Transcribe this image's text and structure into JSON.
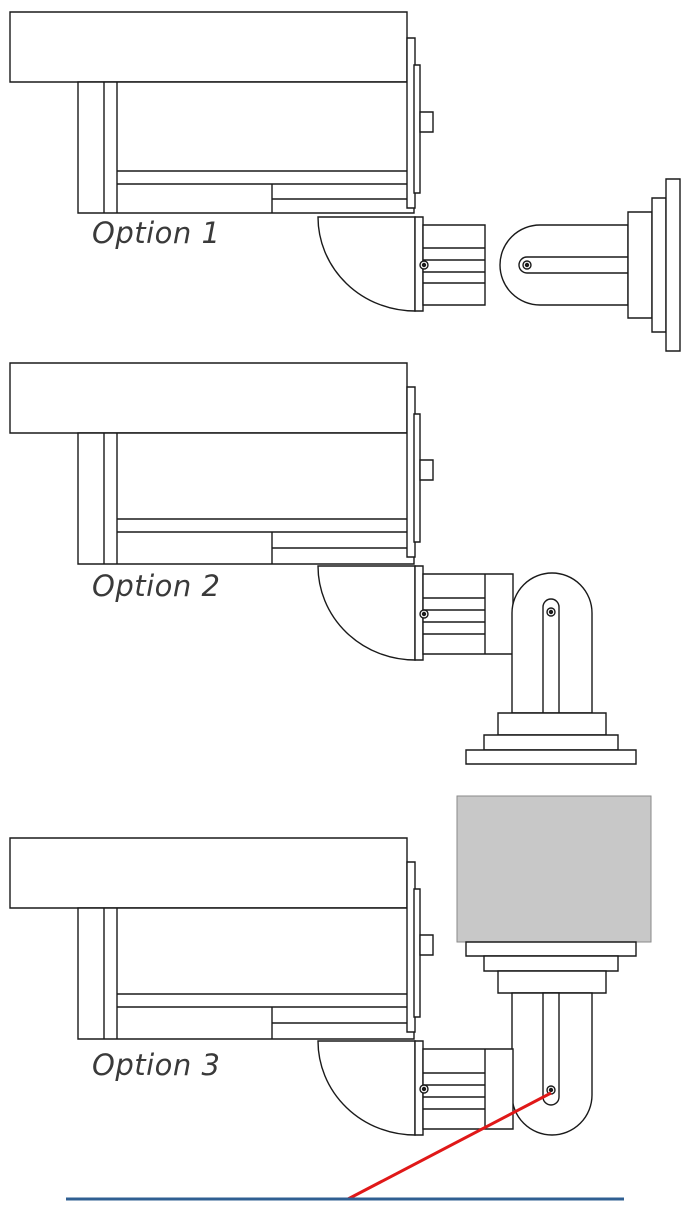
{
  "options": [
    {
      "label": "Option 1",
      "mount": "wall"
    },
    {
      "label": "Option 2",
      "mount": "floor"
    },
    {
      "label": "Option 3",
      "mount": "ceiling"
    }
  ],
  "colors": {
    "line": "#1a1a1a",
    "ceiling_block": "#c8c8c8",
    "laser": "#e01818",
    "floor_line": "#2f5f92"
  }
}
